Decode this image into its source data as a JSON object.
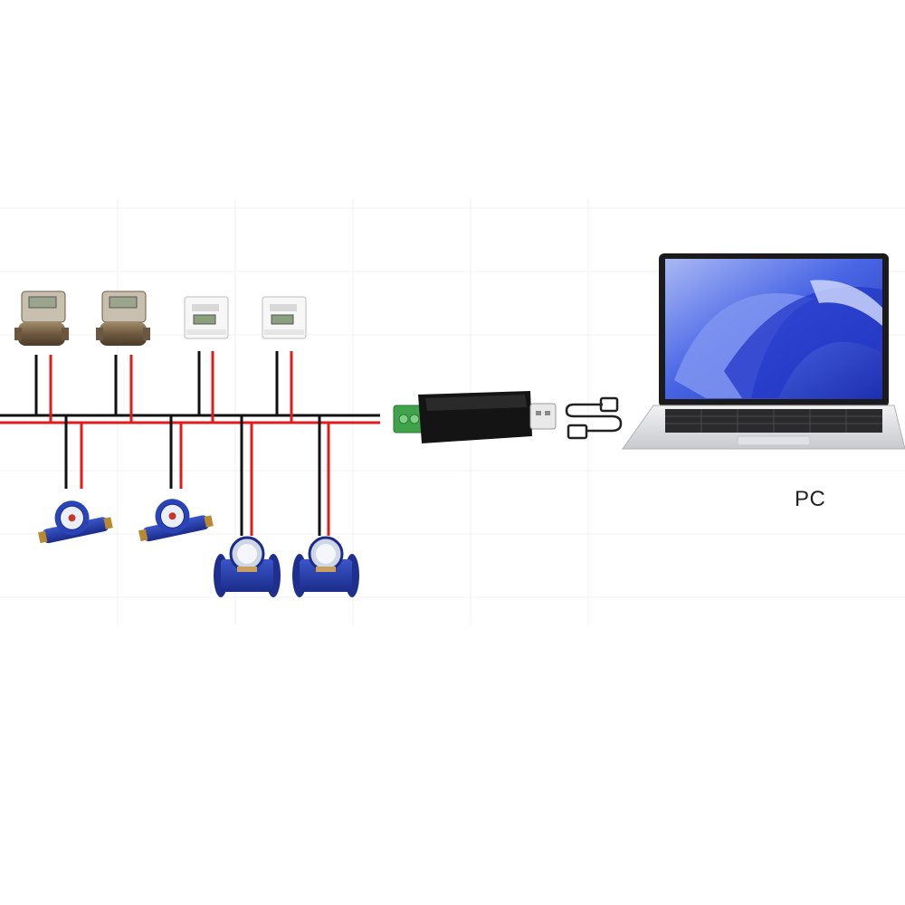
{
  "diagram": {
    "pc_label": "PC",
    "bus_colors": {
      "positive": "#e01b1b",
      "negative": "#111111"
    },
    "devices_top": [
      {
        "type": "ultrasonic-heat-meter"
      },
      {
        "type": "ultrasonic-heat-meter"
      },
      {
        "type": "din-rail-energy-meter"
      },
      {
        "type": "din-rail-energy-meter"
      }
    ],
    "devices_bottom": [
      {
        "type": "rotary-water-meter"
      },
      {
        "type": "rotary-water-meter"
      },
      {
        "type": "flanged-water-meter"
      },
      {
        "type": "flanged-water-meter"
      }
    ],
    "converter": {
      "type": "usb-to-rs485-adapter"
    },
    "computer": {
      "type": "laptop"
    }
  }
}
